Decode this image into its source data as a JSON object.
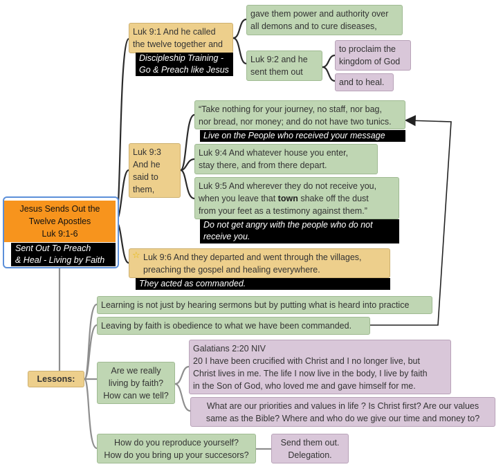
{
  "root": {
    "title": "Jesus Sends Out the\nTwelve Apostles\nLuk 9:1-6",
    "note": "Sent Out To Preach\n& Heal - Living by Faith"
  },
  "branch1": {
    "text": "Luk 9:1  And he called\nthe twelve together and",
    "note": "Discipleship Training -\nGo & Preach like Jesus",
    "power": "gave them power and authority over\nall demons and to cure diseases,",
    "sent": "Luk 9:2  and he\nsent them out",
    "proclaim": "to proclaim the\nkingdom of God",
    "heal": "and to heal."
  },
  "branch2": {
    "text": "Luk 9:3\nAnd he\nsaid to\nthem,",
    "take": "“Take nothing for your journey, no staff, nor bag,\nnor bread, nor money; and do not have two tunics.",
    "take_note": "Live on the People who received your message",
    "house": "Luk 9:4  And whatever house you enter,\nstay there, and from there depart.",
    "receive_a": "Luk 9:5  And wherever they do not receive you,\nwhen you leave that ",
    "receive_bold": "town",
    "receive_b": "  shake off the dust\nfrom your feet as a testimony against them.”",
    "receive_note": "Do not get angry with the people who do not\nreceive you."
  },
  "branch3": {
    "text": "Luk 9:6  And they departed and went through the villages,\npreaching the gospel and healing everywhere.",
    "note": "They acted as commanded.",
    "icon": "star-icon"
  },
  "lessons": {
    "label": "Lessons:",
    "l1": "Learning is not just by hearing sermons but by putting what is heard into practice",
    "l2": "Leaving by faith is obedience to what we have been commanded.",
    "l3": "Are we really\nliving by faith?\nHow can we tell?",
    "gal": "Galatians 2:20 NIV\n20 I have been crucified with Christ and I no longer live, but\nChrist lives in me. The life I now live in the body, I live by faith\nin the Son of God, who loved me and gave himself for me.",
    "priorities": "What are our priorities and values in life ? Is Christ first? Are our values\nsame as the Bible? Where and who do we give our time and money to?",
    "l4": "How do you reproduce yourself?\nHow do you bring up your succesors?",
    "send": "Send them out.\nDelegation."
  }
}
